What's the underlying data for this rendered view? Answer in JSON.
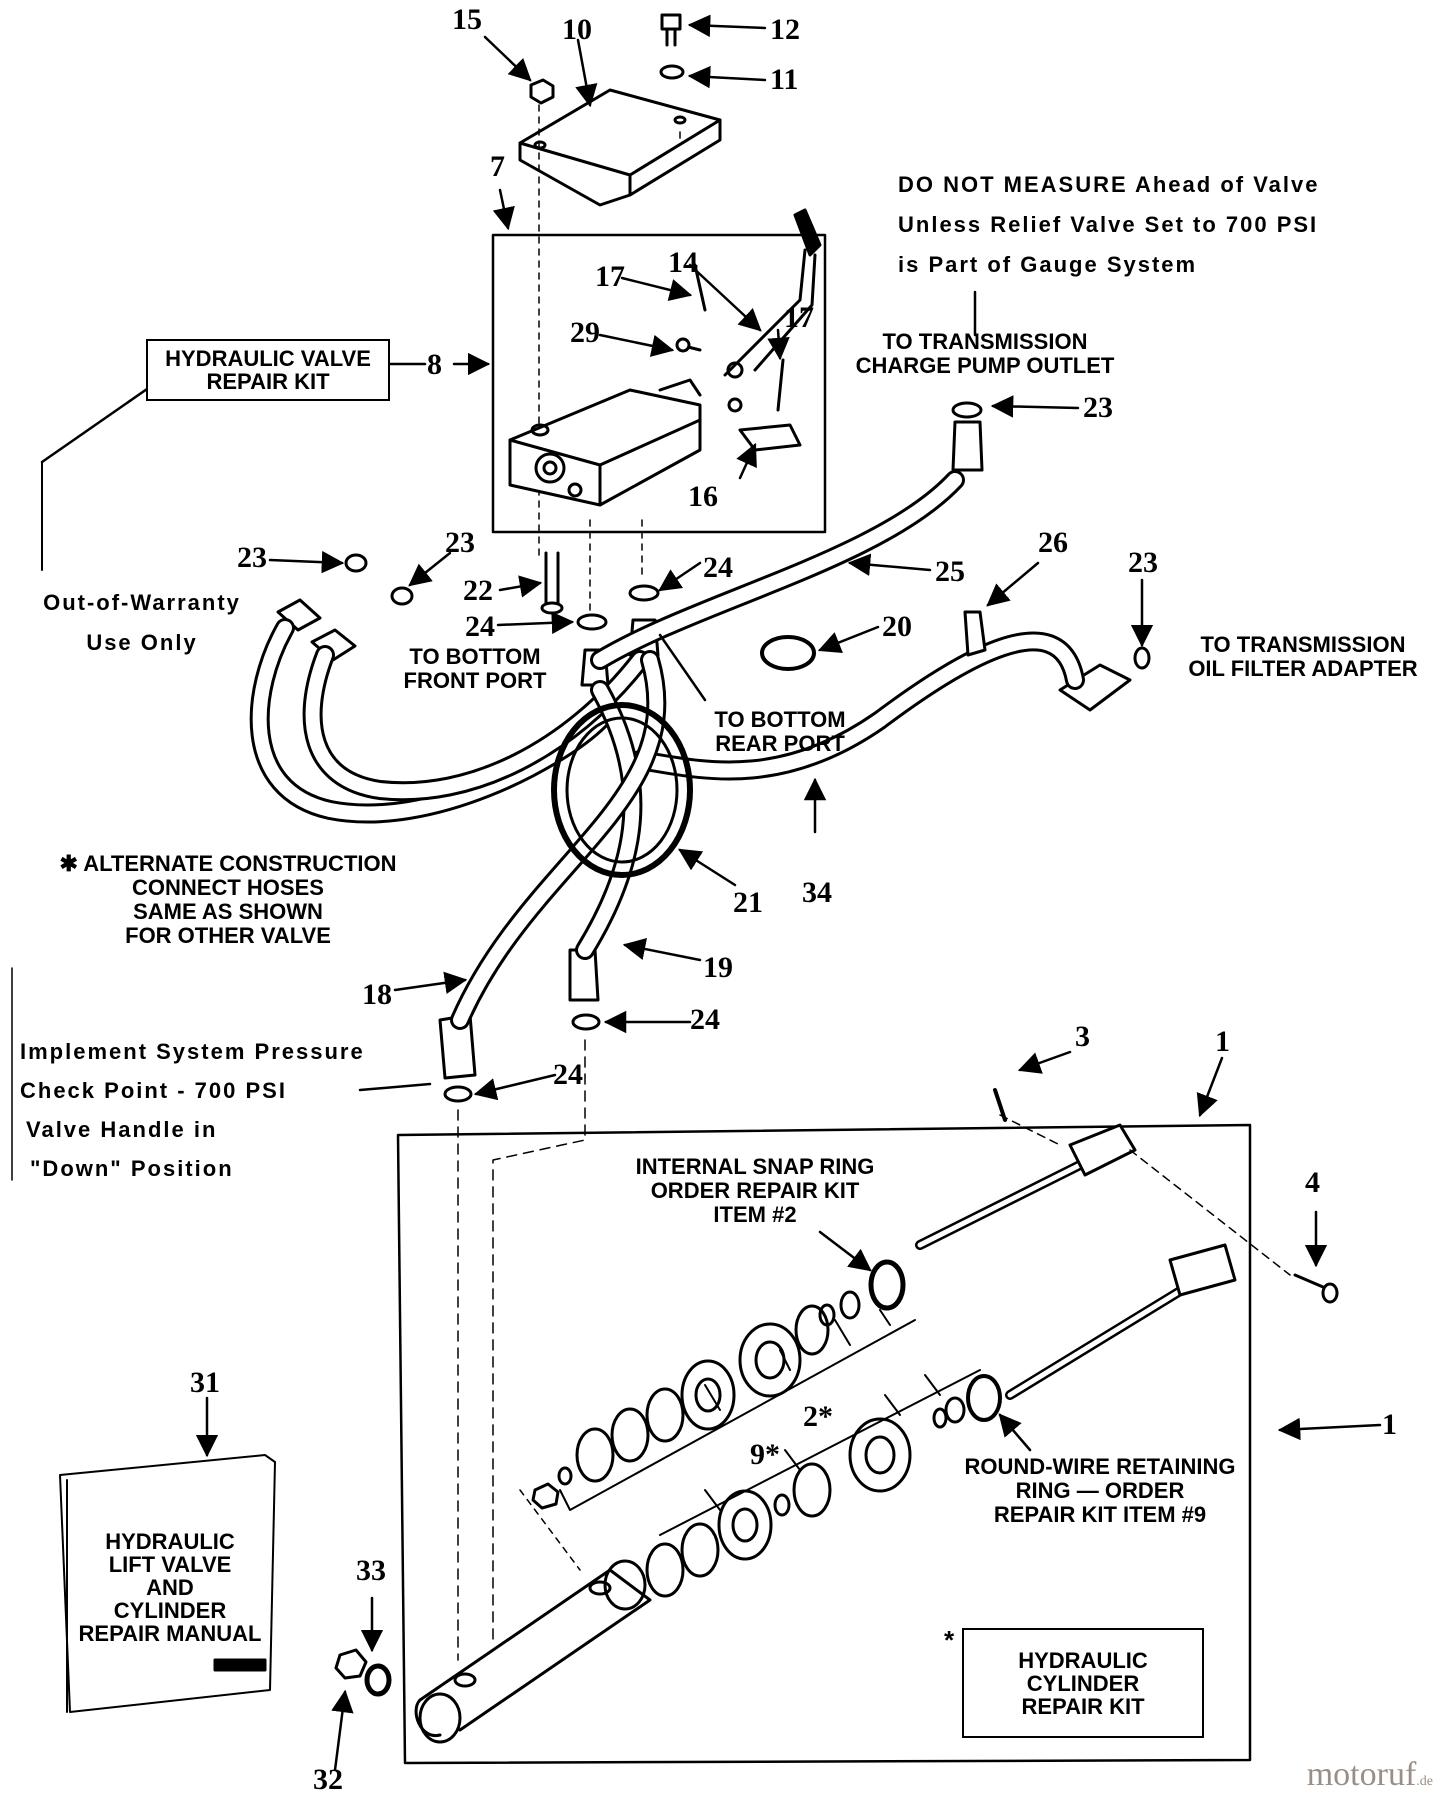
{
  "part_numbers": {
    "n1a": "1",
    "n1b": "1",
    "n2": "2*",
    "n3": "3",
    "n4": "4",
    "n7": "7",
    "n8": "8",
    "n9": "9*",
    "n10": "10",
    "n11": "11",
    "n12": "12",
    "n14": "14",
    "n15": "15",
    "n16": "16",
    "n17a": "17",
    "n17b": "17",
    "n18": "18",
    "n19": "19",
    "n20": "20",
    "n21": "21",
    "n22": "22",
    "n23a": "23",
    "n23b": "23",
    "n23c": "23",
    "n23d": "23",
    "n24a": "24",
    "n24b": "24",
    "n24c": "24",
    "n24d": "24",
    "n25": "25",
    "n26": "26",
    "n29": "29",
    "n31": "31",
    "n32": "32",
    "n33": "33",
    "n34": "34"
  },
  "labels": {
    "valve_kit": [
      "HYDRAULIC VALVE",
      "REPAIR KIT"
    ],
    "warranty": [
      "Out-of-Warranty",
      "Use Only"
    ],
    "do_not_measure": [
      "DO NOT MEASURE Ahead of Valve",
      "Unless Relief Valve Set to 700 PSI",
      "is Part of Gauge System"
    ],
    "charge_pump": [
      "TO TRANSMISSION",
      "CHARGE PUMP OUTLET"
    ],
    "oil_filter": [
      "TO TRANSMISSION",
      "OIL FILTER ADAPTER"
    ],
    "bottom_front": [
      "TO BOTTOM",
      "FRONT PORT"
    ],
    "bottom_rear": [
      "TO BOTTOM",
      "REAR PORT"
    ],
    "alternate": [
      "✱ ALTERNATE CONSTRUCTION",
      "CONNECT HOSES",
      "SAME AS SHOWN",
      "FOR OTHER VALVE"
    ],
    "check_point": [
      "Implement System Pressure",
      "Check Point - 700 PSI",
      "Valve Handle in",
      "\"Down\" Position"
    ],
    "snap_ring": [
      "INTERNAL SNAP RING",
      "ORDER REPAIR KIT",
      "ITEM #2"
    ],
    "round_wire": [
      "ROUND-WIRE RETAINING",
      "RING — ORDER",
      "REPAIR KIT ITEM #9"
    ],
    "manual": [
      "HYDRAULIC",
      "LIFT VALVE",
      "AND",
      "CYLINDER",
      "REPAIR MANUAL"
    ],
    "cyl_kit_star": "*",
    "cyl_kit": [
      "HYDRAULIC",
      "CYLINDER",
      "REPAIR KIT"
    ]
  },
  "watermark": {
    "name": "motoruf",
    "tld": ".de"
  }
}
